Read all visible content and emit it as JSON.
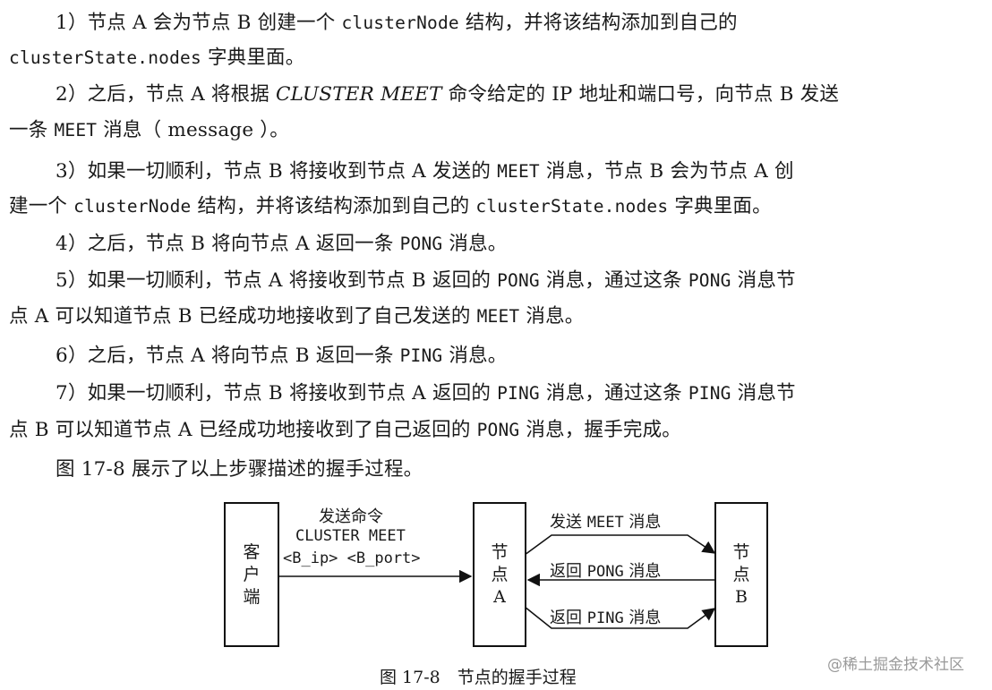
{
  "paragraphs": {
    "p1": {
      "a": "1）节点 A 会为节点 B 创建一个 ",
      "code1": "clusterNode",
      "b": " 结构，并将该结构添加到自己的",
      "code2": "clusterState.nodes",
      "c": " 字典里面。"
    },
    "p2": {
      "a": "2）之后，节点 A 将根据 ",
      "cmd": "CLUSTER MEET",
      "b": " 命令给定的 IP 地址和端口号，向节点 B 发送",
      "c": "一条 ",
      "code1": "MEET",
      "d": " 消息（ message ）。"
    },
    "p3": {
      "a": "3）如果一切顺利，节点 B 将接收到节点 A 发送的 ",
      "code1": "MEET",
      "b": " 消息，节点 B 会为节点 A 创",
      "c": "建一个 ",
      "code2": "clusterNode",
      "d": " 结构，并将该结构添加到自己的 ",
      "code3": "clusterState.nodes",
      "e": " 字典里面。"
    },
    "p4": {
      "a": "4）之后，节点 B 将向节点 A 返回一条 ",
      "code1": "PONG",
      "b": " 消息。"
    },
    "p5": {
      "a": "5）如果一切顺利，节点 A 将接收到节点 B 返回的 ",
      "code1": "PONG",
      "b": " 消息，通过这条 ",
      "code2": "PONG",
      "c": " 消息节",
      "d": "点 A 可以知道节点 B 已经成功地接收到了自己发送的 ",
      "code3": "MEET",
      "e": " 消息。"
    },
    "p6": {
      "a": "6）之后，节点 A 将向节点 B 返回一条 ",
      "code1": "PING",
      "b": " 消息。"
    },
    "p7": {
      "a": "7）如果一切顺利，节点 B 将接收到节点 A 返回的 ",
      "code1": "PING",
      "b": " 消息，通过这条 ",
      "code2": "PING",
      "c": " 消息节",
      "d": "点 B 可以知道节点 A 已经成功地接收到了自己返回的 ",
      "code3": "PONG",
      "e": " 消息，握手完成。"
    },
    "p8": {
      "a": "图 17-8 展示了以上步骤描述的握手过程。"
    }
  },
  "diagram": {
    "client_box": [
      "客",
      "户",
      "端"
    ],
    "node_a_box": [
      "节",
      "点",
      "A"
    ],
    "node_b_box": [
      "节",
      "点",
      "B"
    ],
    "cmd_label": {
      "line1": "发送命令",
      "line2": "CLUSTER MEET",
      "line3": "<B_ip> <B_port>"
    },
    "meet_label": {
      "pre": "发送 ",
      "code": "MEET",
      "post": " 消息"
    },
    "pong_label": {
      "pre": "返回 ",
      "code": "PONG",
      "post": " 消息"
    },
    "ping_label": {
      "pre": "返回 ",
      "code": "PING",
      "post": " 消息"
    }
  },
  "caption": "图 17-8　节点的握手过程",
  "watermark": "@稀土掘金技术社区"
}
